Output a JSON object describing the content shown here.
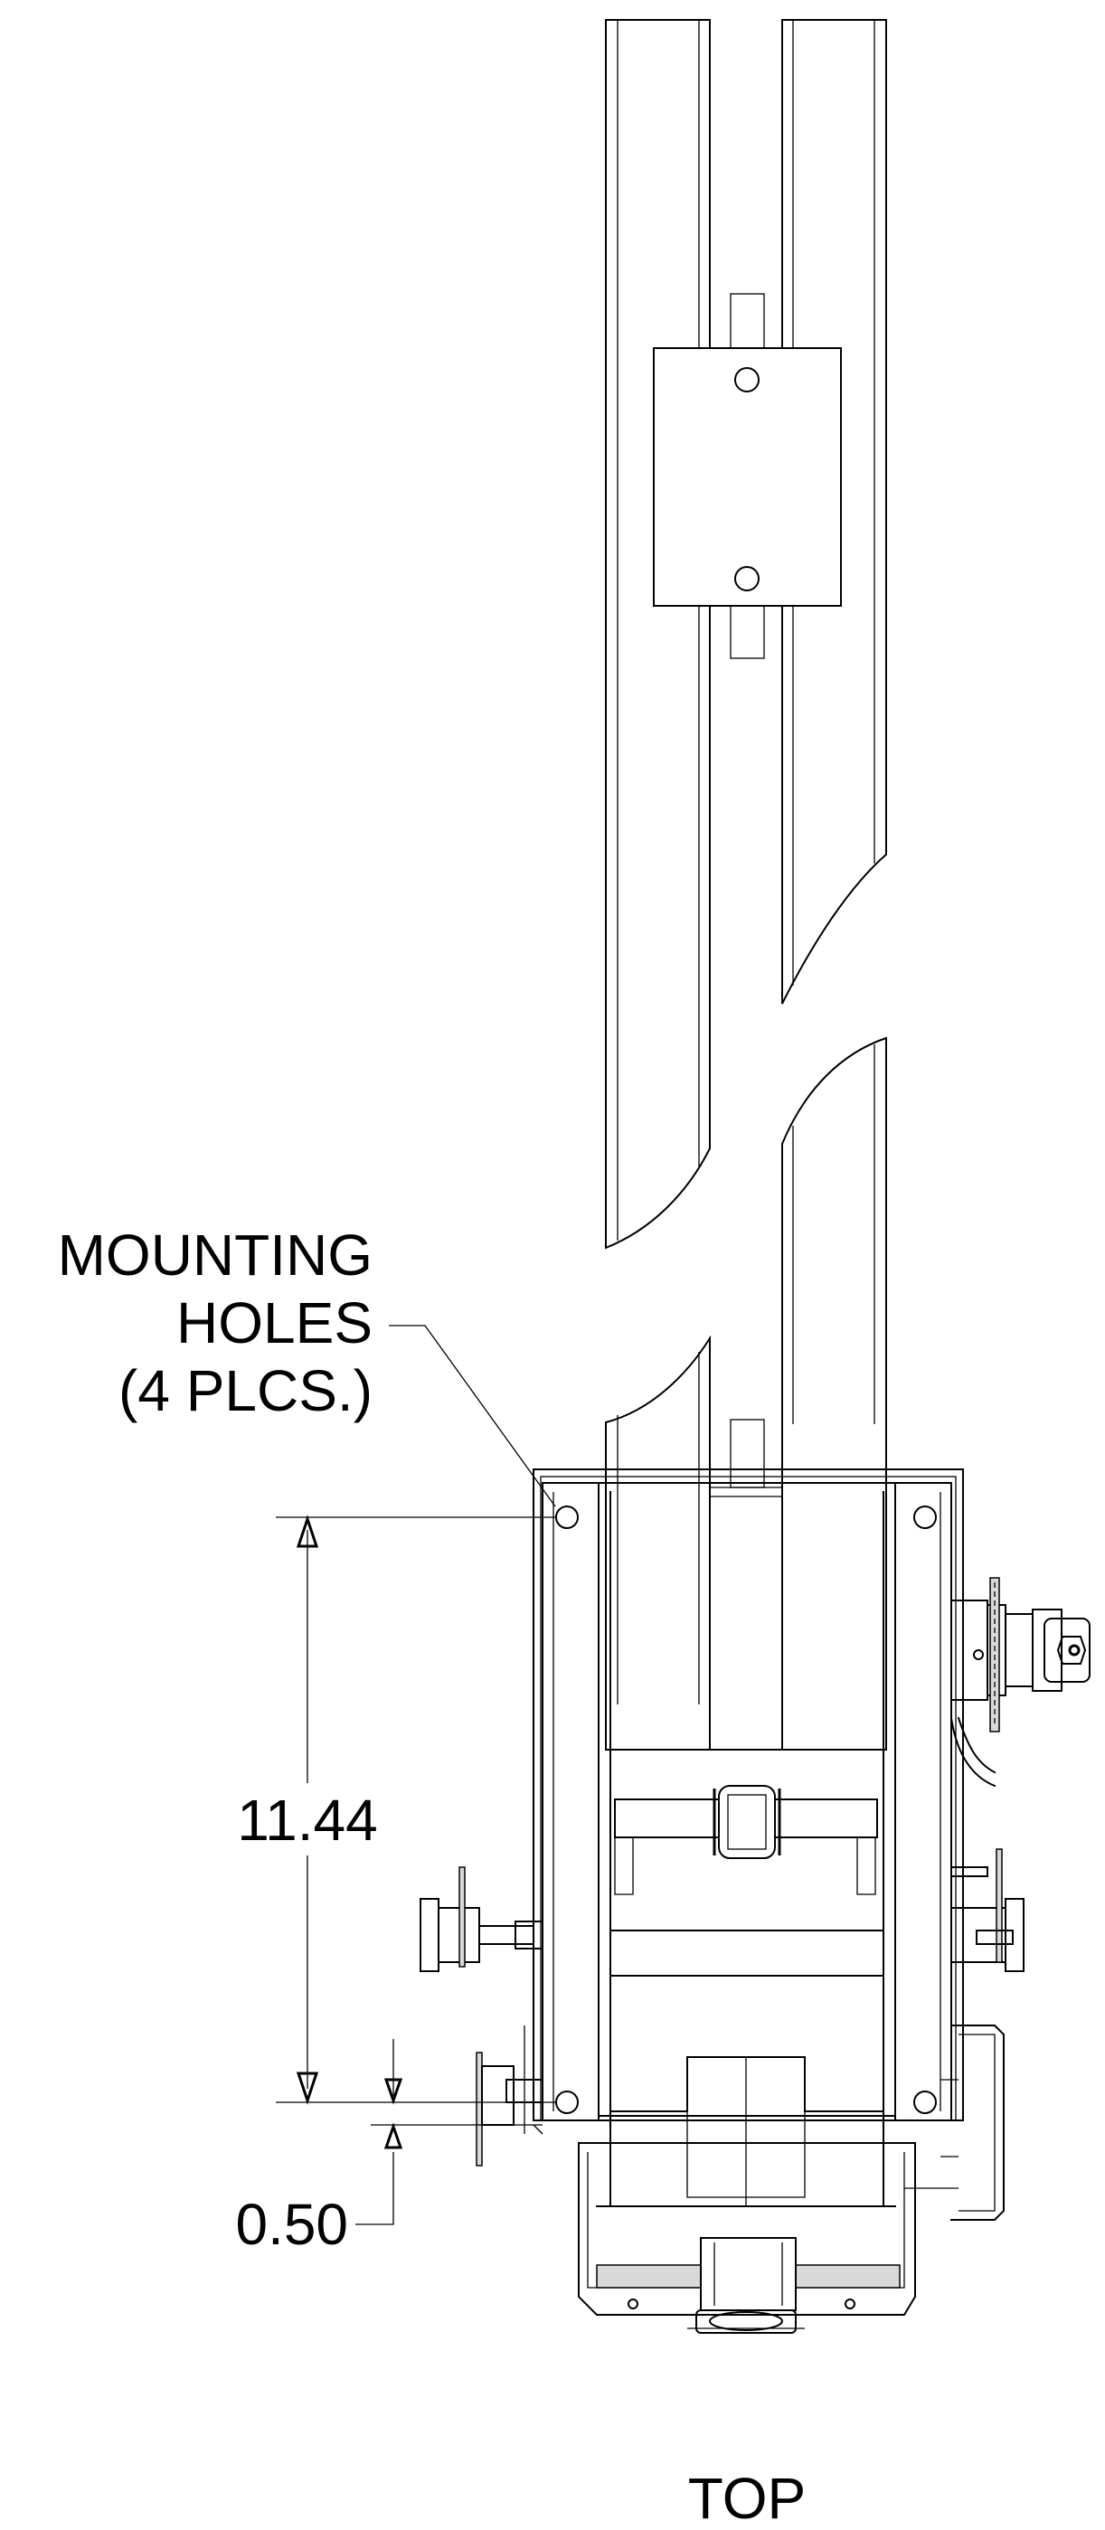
{
  "view_label": "TOP",
  "callout": {
    "line1": "MOUNTING",
    "line2": "HOLES",
    "line3": "(4 PLCS.)"
  },
  "dimensions": {
    "hole_spacing": "11.44",
    "offset": "0.50"
  }
}
